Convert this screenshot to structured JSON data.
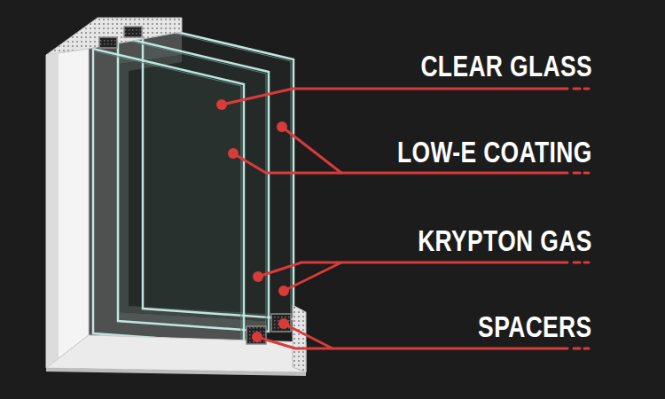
{
  "diagram": {
    "labels": [
      "CLEAR GLASS",
      "LOW-E COATING",
      "KRYPTON GAS",
      "SPACERS"
    ]
  }
}
